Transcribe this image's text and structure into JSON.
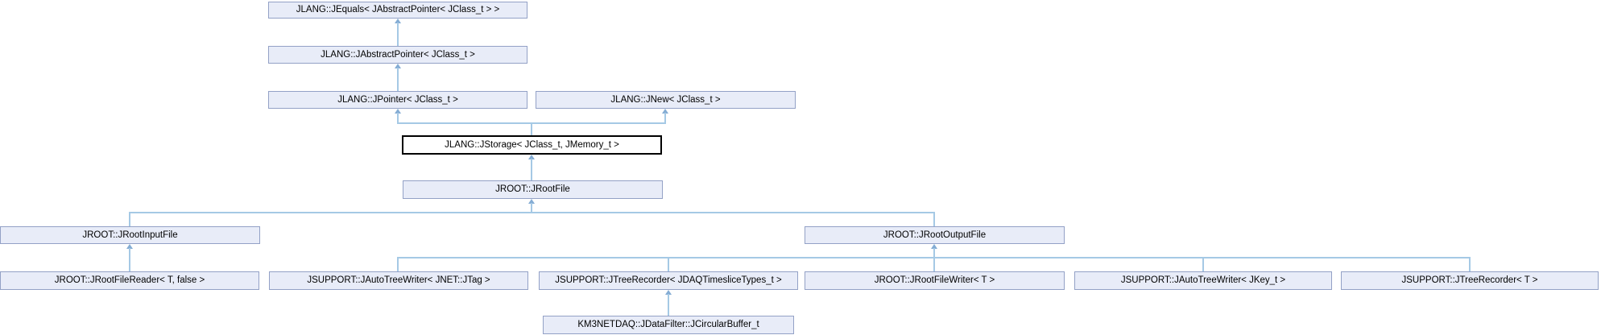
{
  "diagram": {
    "type": "doxygen-inheritance-graph",
    "nodes": [
      {
        "id": "jequals",
        "label": "JLANG::JEquals< JAbstractPointer< JClass_t > >",
        "highlighted": false
      },
      {
        "id": "jabstractpointer",
        "label": "JLANG::JAbstractPointer< JClass_t >",
        "highlighted": false
      },
      {
        "id": "jpointer",
        "label": "JLANG::JPointer< JClass_t >",
        "highlighted": false
      },
      {
        "id": "jnew",
        "label": "JLANG::JNew< JClass_t >",
        "highlighted": false
      },
      {
        "id": "jstorage",
        "label": "JLANG::JStorage< JClass_t, JMemory_t >",
        "highlighted": true
      },
      {
        "id": "jrootfile",
        "label": "JROOT::JRootFile",
        "highlighted": false
      },
      {
        "id": "jrootinputfile",
        "label": "JROOT::JRootInputFile",
        "highlighted": false
      },
      {
        "id": "jrootoutputfile",
        "label": "JROOT::JRootOutputFile",
        "highlighted": false
      },
      {
        "id": "jrootfilereader",
        "label": "JROOT::JRootFileReader< T, false >",
        "highlighted": false
      },
      {
        "id": "jautotreewriter-jtag",
        "label": "JSUPPORT::JAutoTreeWriter< JNET::JTag >",
        "highlighted": false
      },
      {
        "id": "jtreerecorder-jdaq",
        "label": "JSUPPORT::JTreeRecorder< JDAQTimesliceTypes_t >",
        "highlighted": false
      },
      {
        "id": "jrootfilewriter",
        "label": "JROOT::JRootFileWriter< T >",
        "highlighted": false
      },
      {
        "id": "jautotreewriter-jkey",
        "label": "JSUPPORT::JAutoTreeWriter< JKey_t >",
        "highlighted": false
      },
      {
        "id": "jtreerecorder-t",
        "label": "JSUPPORT::JTreeRecorder< T >",
        "highlighted": false
      },
      {
        "id": "jcircularbuffer",
        "label": "KM3NETDAQ::JDataFilter::JCircularBuffer_t",
        "highlighted": false
      }
    ],
    "edges": [
      {
        "derived": "jabstractpointer",
        "base": "jequals"
      },
      {
        "derived": "jpointer",
        "base": "jabstractpointer"
      },
      {
        "derived": "jstorage",
        "base": "jpointer"
      },
      {
        "derived": "jstorage",
        "base": "jnew"
      },
      {
        "derived": "jrootfile",
        "base": "jstorage"
      },
      {
        "derived": "jrootinputfile",
        "base": "jrootfile"
      },
      {
        "derived": "jrootoutputfile",
        "base": "jrootfile"
      },
      {
        "derived": "jrootfilereader",
        "base": "jrootinputfile"
      },
      {
        "derived": "jautotreewriter-jtag",
        "base": "jrootoutputfile"
      },
      {
        "derived": "jtreerecorder-jdaq",
        "base": "jrootoutputfile"
      },
      {
        "derived": "jrootfilewriter",
        "base": "jrootoutputfile"
      },
      {
        "derived": "jautotreewriter-jkey",
        "base": "jrootoutputfile"
      },
      {
        "derived": "jtreerecorder-t",
        "base": "jrootoutputfile"
      },
      {
        "derived": "jcircularbuffer",
        "base": "jtreerecorder-jdaq"
      }
    ]
  },
  "colors": {
    "bg": "#ffffff",
    "node_fill": "#e8ecf8",
    "node_border": "#93a1c6",
    "highlight_fill": "#ffffff",
    "highlight_border": "#000000",
    "edge": "#a5c9e5",
    "arrow": "#84acd4",
    "text": "#000000"
  }
}
